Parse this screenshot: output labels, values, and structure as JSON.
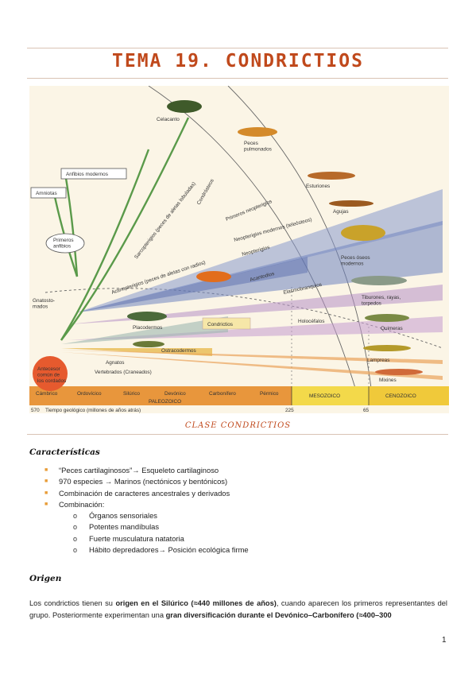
{
  "title": "TEMA 19. CONDRICTIOS",
  "figure": {
    "labels": {
      "celacanto": "Celacanto",
      "peces_pulmonados": "Peces\npulmonados",
      "esturiones": "Esturiones",
      "agujas": "Agujas",
      "peces_oseos_modernos": "Peces óseos\nmodernos",
      "tiburones": "Tiburones, rayas,\ntorpedos",
      "quimeras": "Quimeras",
      "lampreas": "Lampreas",
      "mixines": "Mixines",
      "anfibios_modernos": "Anfibios modernos",
      "amniotas": "Amniotas",
      "primeros_anfibios": "Primeros\nanfibios",
      "sarcopterigios": "Sarcopterigios (peces de aletas lobuladas)",
      "condrosteos": "Condrósteos",
      "primeros_neopterigios": "Primeros neopterigios",
      "neopterigios_modernos": "Neopterigios modernos (teleósteos)",
      "neopterigios": "Neopterigios",
      "actinopterigios": "Actinopterigios (peces de aletas con radios)",
      "acantodios": "Acantodios",
      "elasmobranquios": "Elasmobranquios",
      "holocefalos": "Holocéfalos",
      "gnatostomados": "Gnatosto-\nmados",
      "placodermos": "Placodermos",
      "condrictios": "Condrictios",
      "ostracodermos": "Ostracodermos",
      "agnatos": "Agnatos",
      "vertebrados": "Vertebrados (Craneados)",
      "antecesor": "Antecesor\ncomún de\nlos cordados"
    },
    "periods": [
      "Cámbrico",
      "Ordovícico",
      "Silúrico",
      "Devónico",
      "Carbonífero",
      "Pérmico"
    ],
    "eras": {
      "paleozoico": "PALEOZOICO",
      "mesozoico": "MESOZOICO",
      "cenozoico": "CENOZOICO"
    },
    "ticks": [
      "570",
      "225",
      "65"
    ],
    "axis_label": "Tiempo geológico (millones de años atrás)"
  },
  "caption": "CLASE CONDRICTIOS",
  "caracteristicas": {
    "heading": "Características",
    "items": [
      "“Peces cartilaginosos”→ Esqueleto cartilaginoso",
      "970 especies → Marinos (nectónicos y bentónicos)",
      "Combinación de caracteres ancestrales y derivados",
      "Combinación:"
    ],
    "sub_items": [
      "Órganos sensoriales",
      "Potentes mandíbulas",
      "Fuerte musculatura natatoria",
      "Hábito depredadores→ Posición ecológica firme"
    ]
  },
  "origen": {
    "heading": "Origen",
    "p1": "Los condrictios tienen su ",
    "b1": "origen en el Silúrico (≈440 millones de años)",
    "p2": ", cuando aparecen los primeros representantes del grupo. Posteriormente experimentan una ",
    "b2": "gran diversificación durante el Devónico–Carbonífero (≈400–300",
    "p3": ""
  },
  "page_number": "1"
}
